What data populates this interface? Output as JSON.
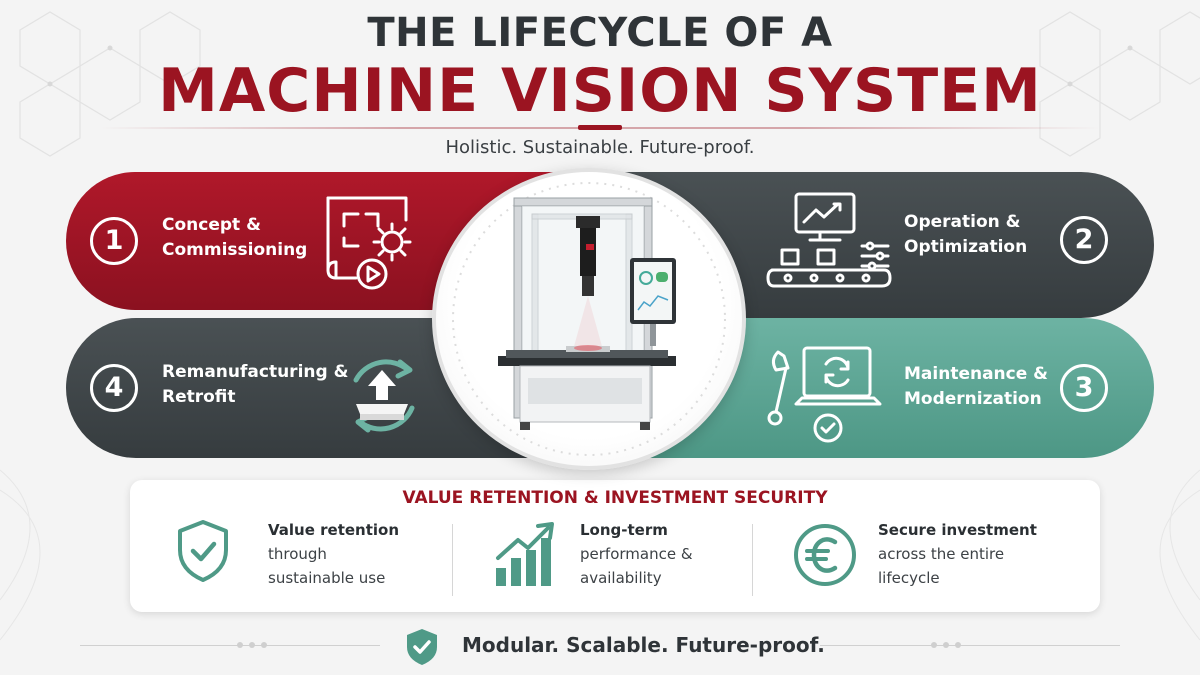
{
  "header": {
    "title_line1": "THE LIFECYCLE OF A",
    "title_line2": "MACHINE VISION SYSTEM",
    "tagline": "Holistic. Sustainable. Future-proof."
  },
  "stages": [
    {
      "number": "1",
      "line1": "Concept &",
      "line2": "Commissioning",
      "icon": "blueprint-gear-icon",
      "color": "#9b1421"
    },
    {
      "number": "2",
      "line1": "Operation &",
      "line2": "Optimization",
      "icon": "monitor-conveyor-icon",
      "color": "#3f4649"
    },
    {
      "number": "3",
      "line1": "Maintenance &",
      "line2": "Modernization",
      "icon": "wrench-laptop-icon",
      "color": "#5aa591"
    },
    {
      "number": "4",
      "line1": "Remanufacturing &",
      "line2": "Retrofit",
      "icon": "recycle-upgrade-icon",
      "color": "#3f4649"
    }
  ],
  "value": {
    "heading": "VALUE RETENTION & INVESTMENT SECURITY",
    "items": [
      {
        "title": "Value retention",
        "line2": "through",
        "line3": "sustainable use",
        "icon": "shield-check-icon"
      },
      {
        "title": "Long-term",
        "line2": "performance &",
        "line3": "availability",
        "icon": "growth-chart-icon"
      },
      {
        "title": "Secure investment",
        "line2": "across the entire",
        "line3": "lifecycle",
        "icon": "euro-icon"
      }
    ]
  },
  "footer": {
    "text": "Modular. Scalable. Future-proof.",
    "icon": "shield-check-icon"
  },
  "colors": {
    "brand_red": "#9b1421",
    "dark_gray": "#3f4649",
    "teal": "#5aa591",
    "text_dark": "#2f3438"
  }
}
